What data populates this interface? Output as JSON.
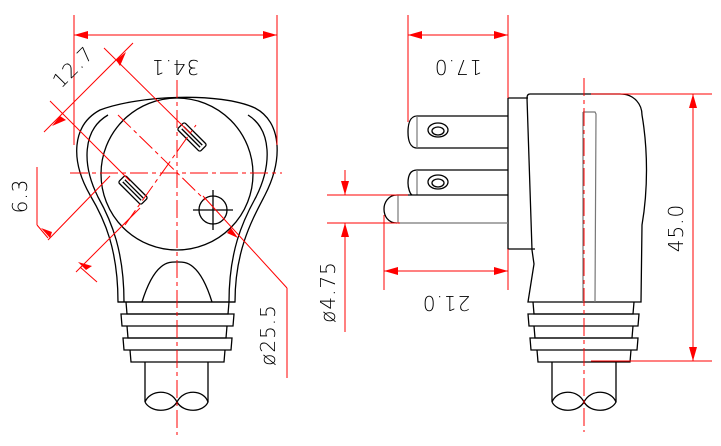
{
  "drawing": {
    "subject": "Right-angle 3-prong plug, front and side views",
    "colors": {
      "outline": "#000000",
      "hidden": "#777777",
      "dimension": "#ff0000",
      "background": "#ffffff"
    }
  },
  "front_view": {
    "dimensions": {
      "overall_width": "34.1",
      "pin_spacing": "12.7",
      "pin_offset": "6.3",
      "face_diameter": "ø25.5"
    }
  },
  "side_view": {
    "dimensions": {
      "blade_length": "17.0",
      "ground_pin_length": "21.0",
      "ground_pin_diameter": "ø4.75",
      "overall_height": "45.0"
    }
  }
}
